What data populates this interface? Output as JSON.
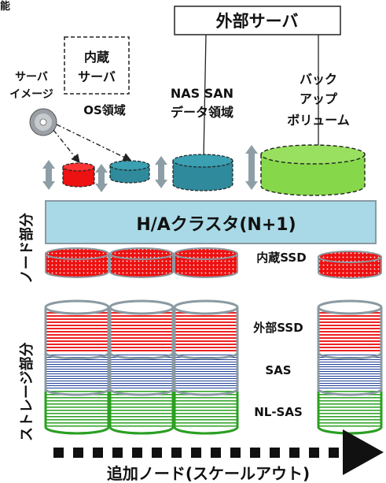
{
  "corner_text": "能",
  "external_server": "外部サーバ",
  "internal_server": [
    "内蔵",
    "サーバ"
  ],
  "server_image": [
    "サーバ",
    "イメージ"
  ],
  "os_area": "OS領域",
  "nas_san": [
    "NAS SAN",
    "データ領域"
  ],
  "backup_volume": [
    "バック",
    "アップ",
    "ボリューム"
  ],
  "node_part": "ノード部分",
  "cluster": "H/Aクラスタ(N+1)",
  "internal_ssd": "内蔵SSD",
  "storage_part": "ストレージ部分",
  "external_ssd": "外部SSD",
  "sas": "SAS",
  "nl_sas": "NL-SAS",
  "bottom_label": "追加ノード(スケールアウト)",
  "colors": {
    "red": "#ee1111",
    "teal": "#2f8a9c",
    "green": "#86d84a",
    "cluster_fill": "#a9d9e6",
    "gray_border": "#8a9aa2",
    "arrow_gray": "#8e9ea6",
    "sas_blue": "#1f3f9a",
    "nl_green": "#2aa020"
  }
}
